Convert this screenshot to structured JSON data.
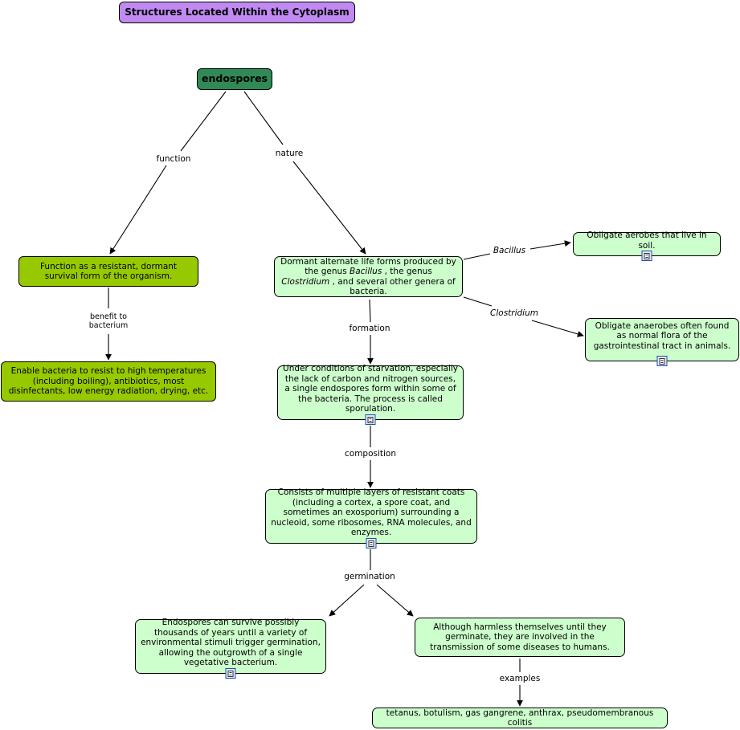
{
  "title": "Structures Located Within the Cytoplasm",
  "nodes": {
    "endospores": "endospores",
    "function": "Function as a resistant, dormant survival form of the organism.",
    "benefit": "Enable bacteria to resist to high temperatures (including boiling), antibiotics, most disinfectants, low energy radiation, drying, etc.",
    "nature_pre": "Dormant alternate life forms produced by the genus ",
    "nature_bacillus": "Bacillus",
    "nature_mid": " , the genus ",
    "nature_clostridium": "Clostridium",
    "nature_post": " , and several other genera of bacteria.",
    "aerobes": "Obligate aerobes that live in soil.",
    "anaerobes": "Obligate anaerobes often found as normal flora of the gastrointestinal tract in animals.",
    "formation": "Under conditions of starvation, especially the lack of carbon and nitrogen sources, a single endospores form within some of the bacteria. The process is called sporulation.",
    "composition": "Consists of multiple layers of resistant coats (including a cortex, a spore coat, and sometimes an exosporium) surrounding a nucleoid, some ribosomes, RNA molecules, and enzymes.",
    "survive": "Endospores can survive possibly thousands of years until a variety of environmental stimuli trigger germination, allowing the outgrowth of a single vegetative bacterium.",
    "harmless": "Although harmless themselves until they germinate, they are involved in the transmission of some diseases to humans.",
    "diseases": "tetanus, botulism, gas gangrene, anthrax, pseudomembranous colitis"
  },
  "links": {
    "function": "function",
    "nature": "nature",
    "benefit_line1": "benefit to",
    "benefit_line2": "bacterium",
    "bacillus": "Bacillus",
    "clostridium": "Clostridium",
    "formation": "formation",
    "composition": "composition",
    "germination": "germination",
    "examples": "examples"
  },
  "icons": [
    "document-icon"
  ],
  "colors": {
    "title": "#c08af2",
    "root": "#2f8a56",
    "olive": "#97c900",
    "mint": "#cdffcc"
  }
}
